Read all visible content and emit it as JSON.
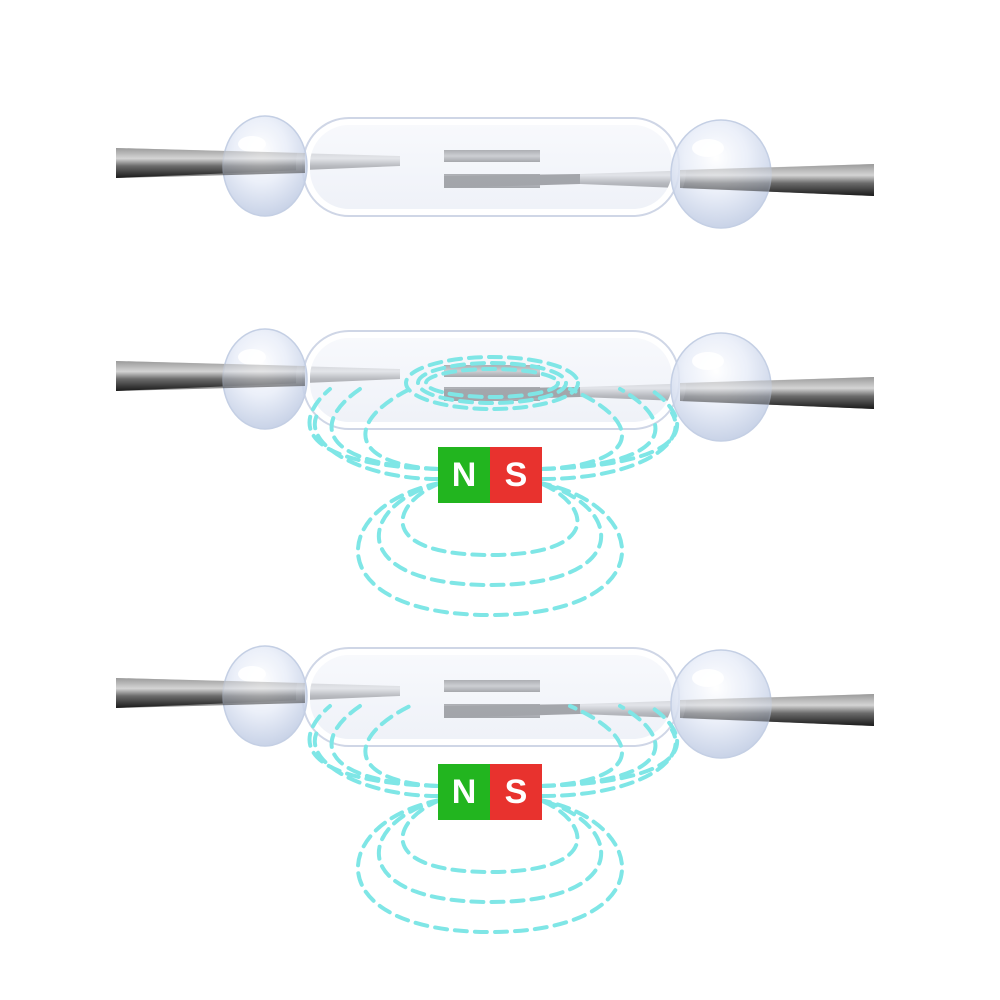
{
  "colors": {
    "background": "#ffffff",
    "north_pole": "#22b51f",
    "south_pole": "#e8322e",
    "field_lines": "#7fe6e6",
    "glass": "#dfe6f3",
    "lead_dark": "#1e1e1e",
    "lead_light": "#b4b4b4",
    "contact": "#6a6a6a"
  },
  "panels": [
    {
      "state": "open",
      "magnet_present": false,
      "contacts_closed": false
    },
    {
      "state": "closed",
      "magnet_present": true,
      "contacts_closed": true,
      "magnet": {
        "north_label": "N",
        "south_label": "S"
      }
    },
    {
      "state": "open",
      "magnet_present": true,
      "contacts_closed": false,
      "magnet": {
        "north_label": "N",
        "south_label": "S"
      }
    }
  ]
}
